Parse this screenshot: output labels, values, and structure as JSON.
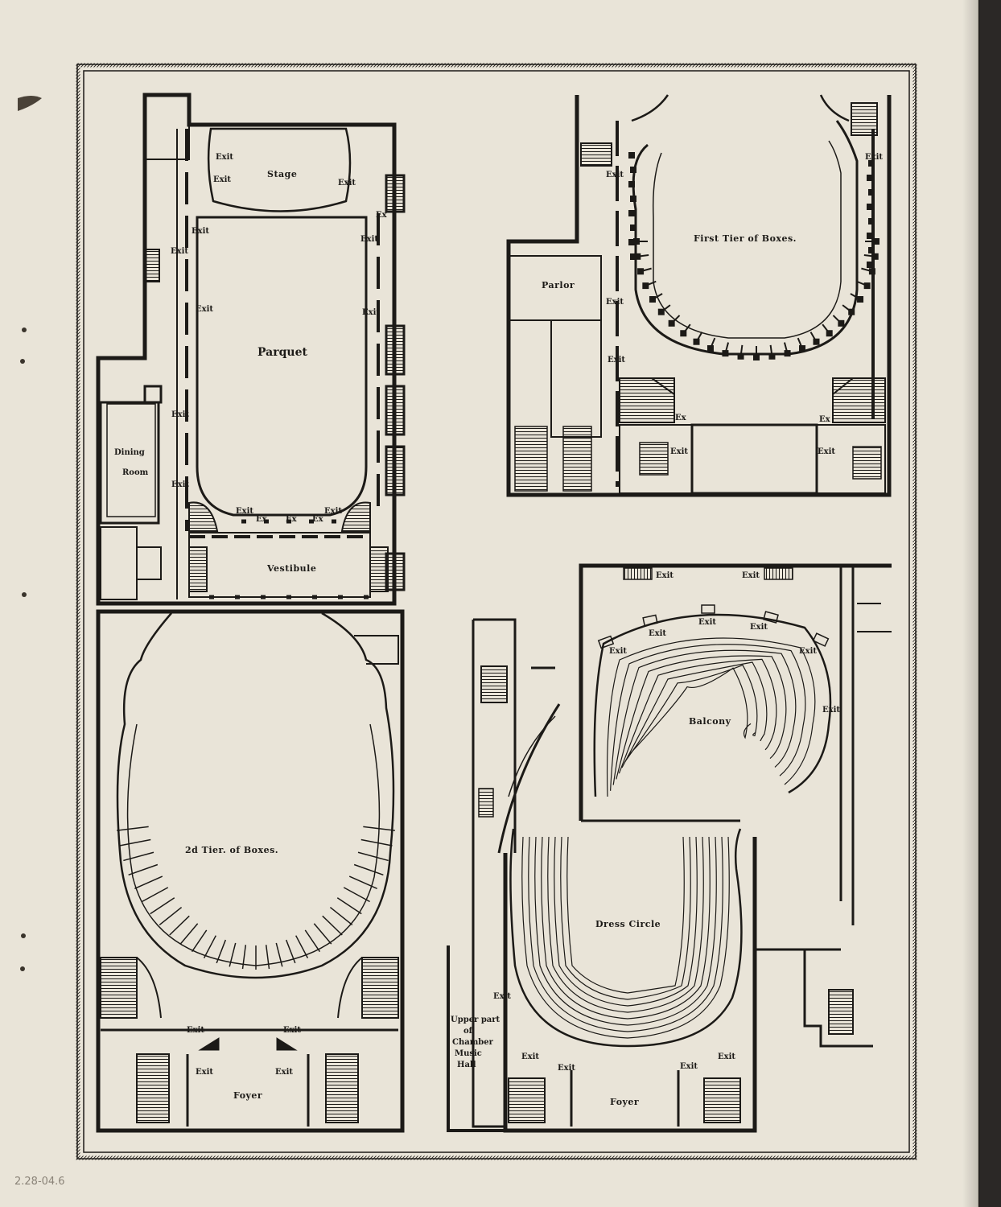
{
  "plans": {
    "parquet": {
      "title": "Parquet",
      "stage": "Stage",
      "vestibule": "Vestibule",
      "dining_room_line1": "Dining",
      "dining_room_line2": "Room",
      "exit": "Exit",
      "ex": "Ex"
    },
    "first_tier": {
      "title": "First Tier of Boxes.",
      "parlor": "Parlor",
      "exit": "Exit",
      "ex": "Ex"
    },
    "second_tier": {
      "title": "2d Tier. of Boxes.",
      "foyer": "Foyer",
      "exit": "Exit"
    },
    "balcony_dress_circle": {
      "balcony": "Balcony",
      "dress_circle": "Dress Circle",
      "foyer": "Foyer",
      "chamber_line1": "Upper part",
      "chamber_line2": "of",
      "chamber_line3": "Chamber",
      "chamber_line4": "Music",
      "chamber_line5": "Hall",
      "exit": "Exit"
    }
  },
  "pencil_note": "2.28-04.6",
  "colors": {
    "paper": "#e9e4d8",
    "ink": "#1c1a17",
    "background": "#2b2826"
  }
}
